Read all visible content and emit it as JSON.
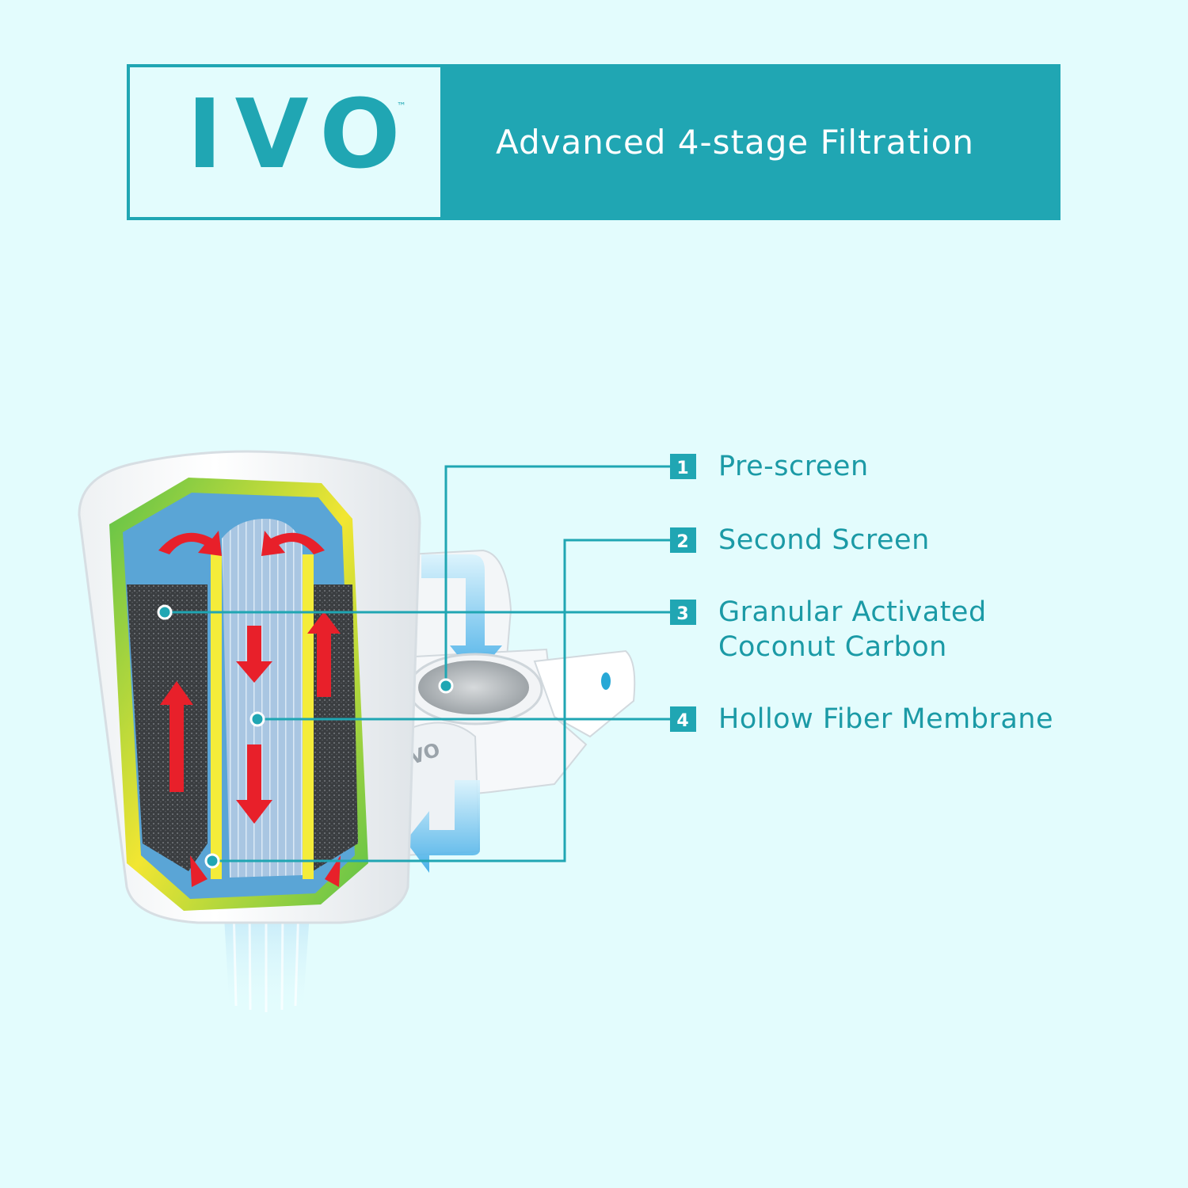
{
  "brand": {
    "logo_text": "IVO",
    "trademark": "™",
    "title": "Advanced 4-stage Filtration"
  },
  "device": {
    "body_text": "IVO"
  },
  "stages": [
    {
      "number": "1",
      "label": "Pre-screen"
    },
    {
      "number": "2",
      "label": "Second Screen"
    },
    {
      "number": "3",
      "label": "Granular Activated",
      "label_line2": "Coconut Carbon"
    },
    {
      "number": "4",
      "label": "Hollow Fiber Membrane"
    }
  ],
  "colors": {
    "accent": "#20a6b3",
    "background": "#e3fcfd",
    "label_text": "#1b9aa6",
    "flow_arrows": "#e8202a"
  }
}
